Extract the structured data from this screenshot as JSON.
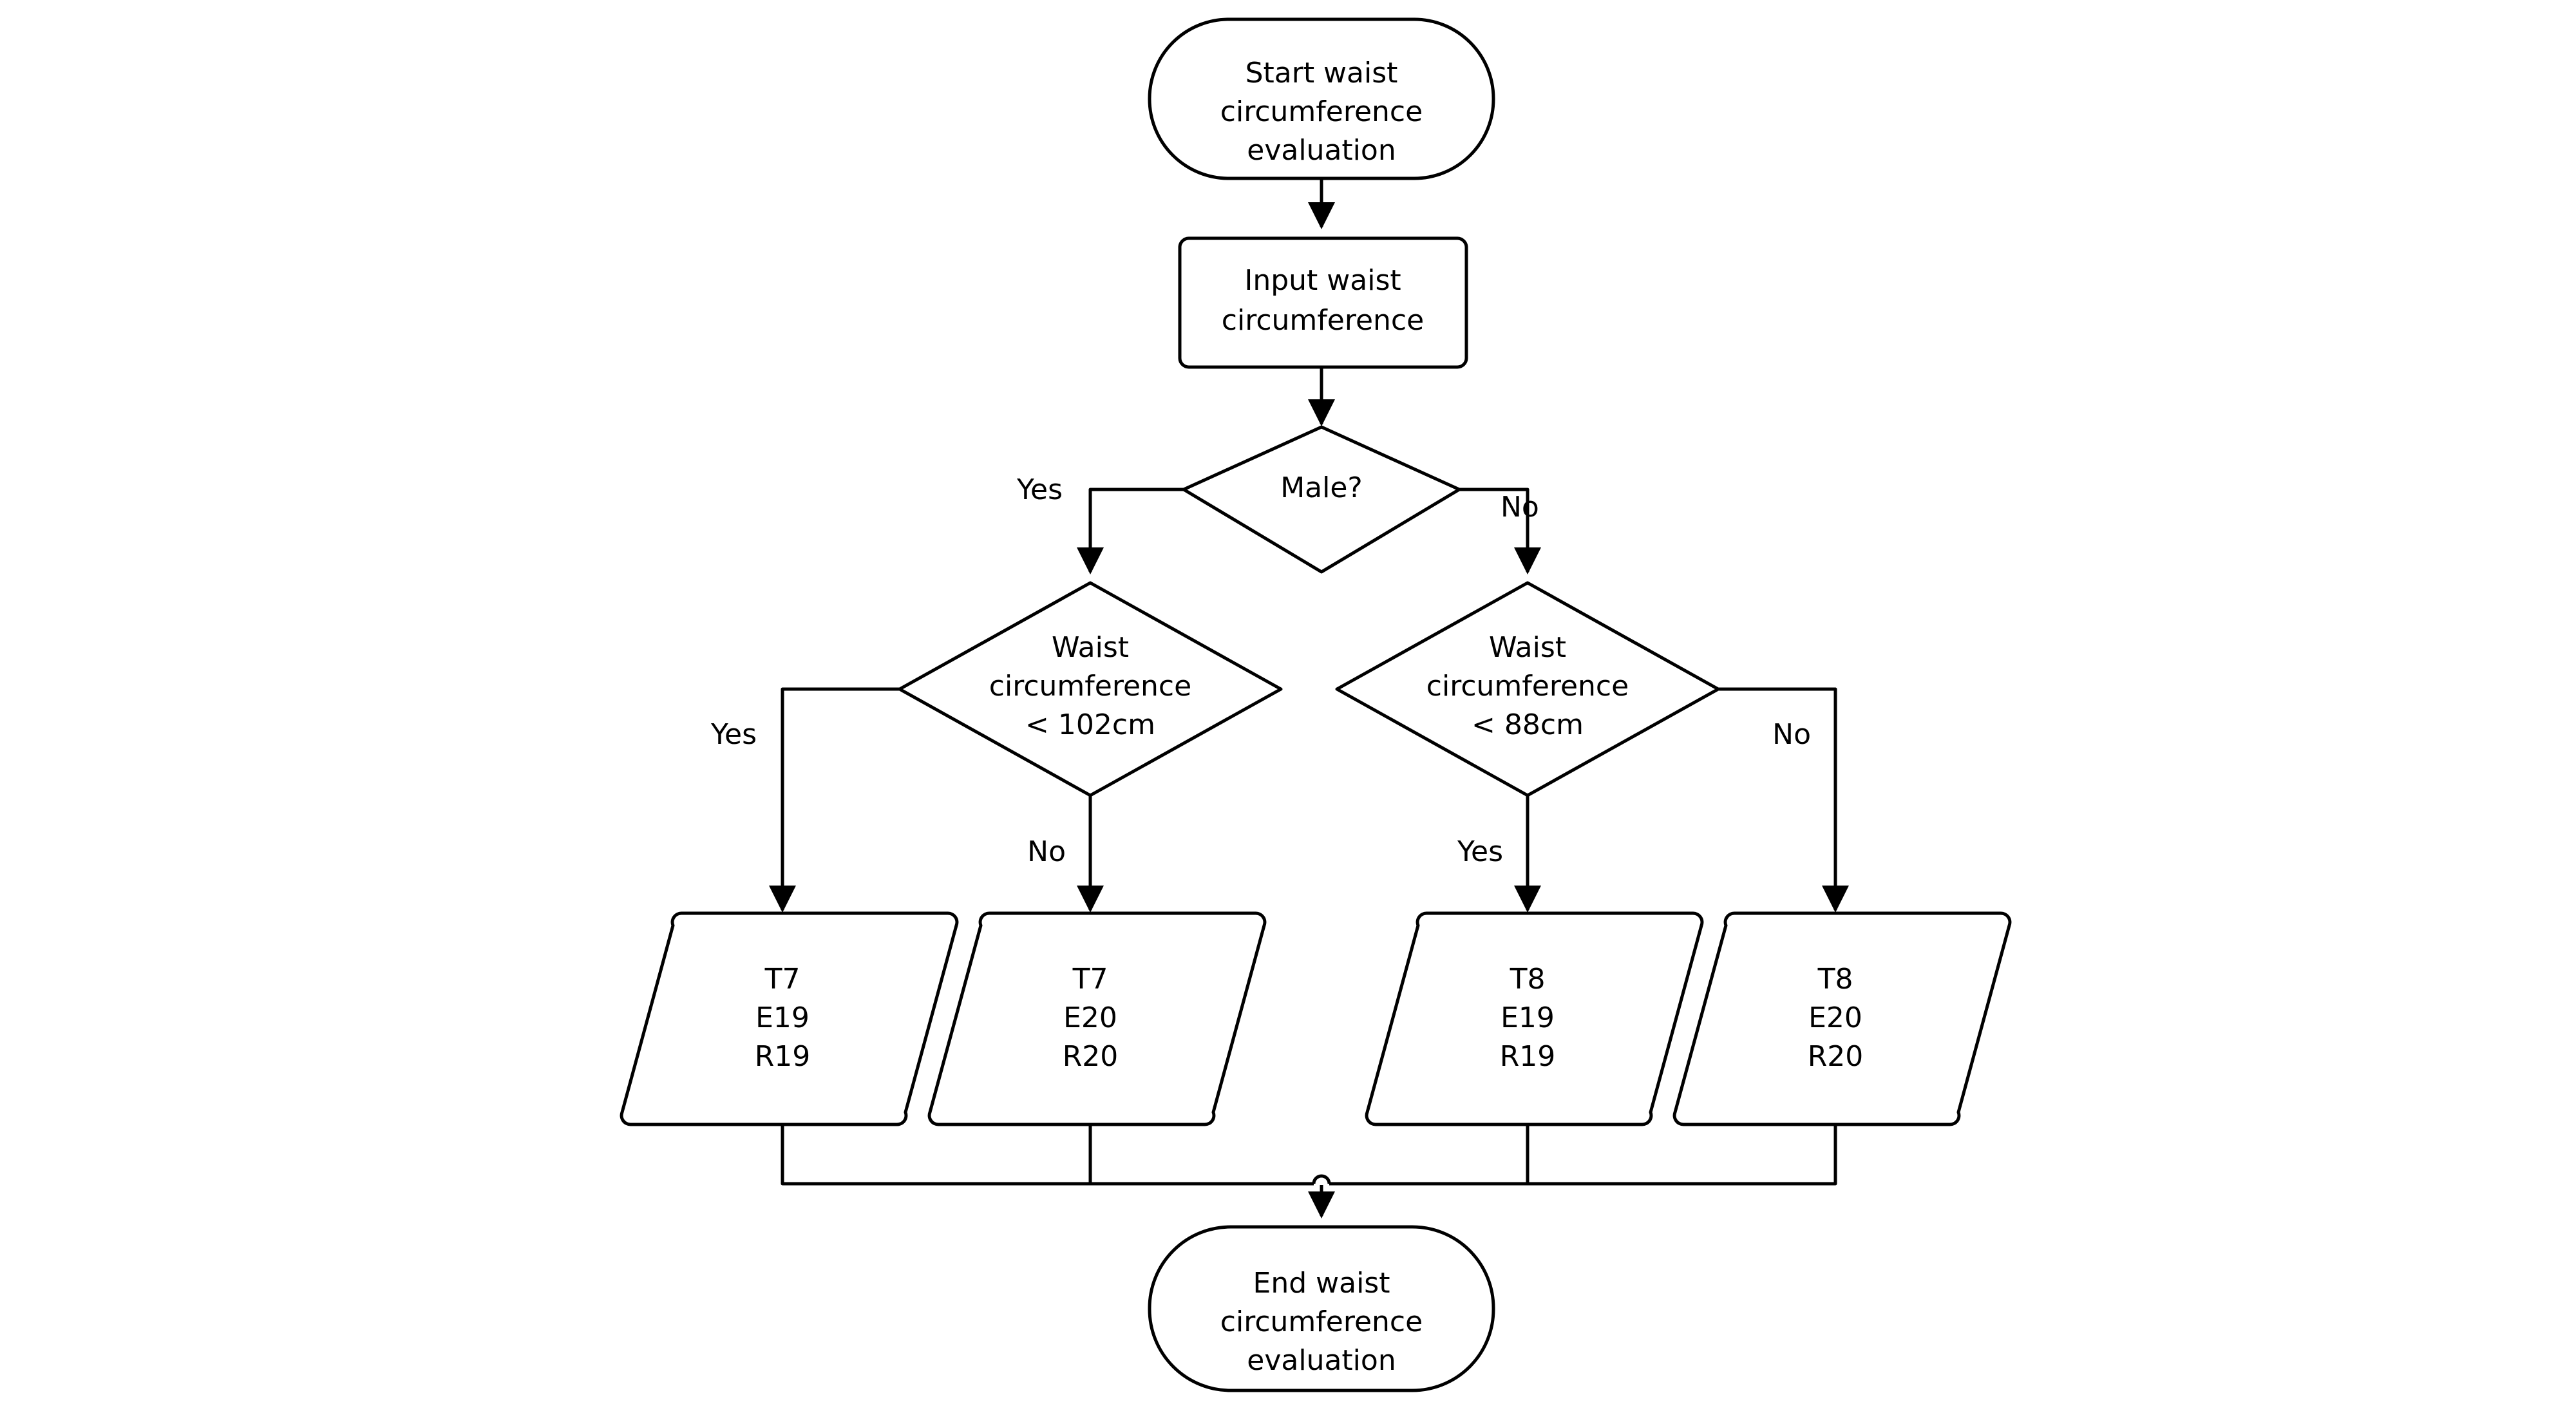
{
  "diagram": {
    "title": "Waist circumference evaluation flowchart",
    "background_color": "#ffffff",
    "stroke_color": "#000000",
    "text_color": "#000000",
    "nodes": {
      "start": {
        "shape": "stadium",
        "line1": "Start waist",
        "line2": "circumference",
        "line3": "evaluation"
      },
      "input": {
        "shape": "rectangle",
        "line1": "Input waist",
        "line2": "circumference"
      },
      "decision_sex": {
        "shape": "diamond",
        "line1": "Male?"
      },
      "decision_male_wc": {
        "shape": "diamond",
        "line1": "Waist",
        "line2": "circumference",
        "line3": "< 102cm"
      },
      "decision_female_wc": {
        "shape": "diamond",
        "line1": "Waist",
        "line2": "circumference",
        "line3": "< 88cm"
      },
      "out_t7_e19_r19": {
        "shape": "parallelogram",
        "line1": "T7",
        "line2": "E19",
        "line3": "R19"
      },
      "out_t7_e20_r20": {
        "shape": "parallelogram",
        "line1": "T7",
        "line2": "E20",
        "line3": "R20"
      },
      "out_t8_e19_r19": {
        "shape": "parallelogram",
        "line1": "T8",
        "line2": "E19",
        "line3": "R19"
      },
      "out_t8_e20_r20": {
        "shape": "parallelogram",
        "line1": "T8",
        "line2": "E20",
        "line3": "R20"
      },
      "end": {
        "shape": "stadium",
        "line1": "End waist",
        "line2": "circumference",
        "line3": "evaluation"
      }
    },
    "edge_labels": {
      "sex_yes": "Yes",
      "sex_no": "No",
      "male_wc_yes": "Yes",
      "male_wc_no": "No",
      "female_wc_yes": "Yes",
      "female_wc_no": "No"
    }
  }
}
